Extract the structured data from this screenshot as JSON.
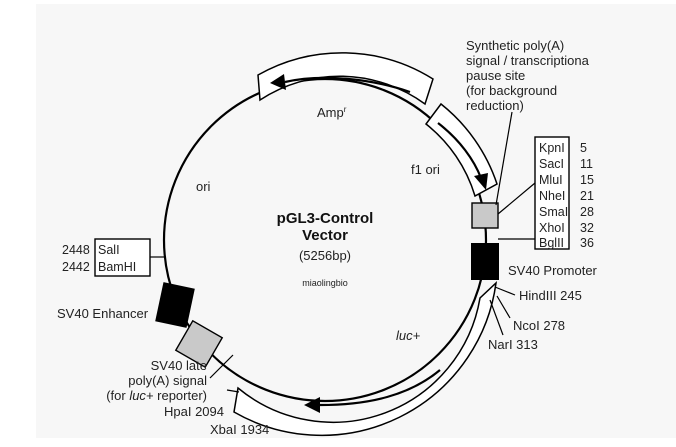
{
  "plasmid": {
    "name": "pGL3-Control",
    "name_line2": "Vector",
    "size": "(5256bp)",
    "watermark": "miaolingbio"
  },
  "features": {
    "amp": "Amp",
    "amp_sup": "r",
    "f1_ori": "f1 ori",
    "ori": "ori",
    "luc": "luc+",
    "sv40_promoter": "SV40 Promoter",
    "sv40_enhancer": "SV40 Enhancer",
    "synthetic_polya": [
      "Synthetic poly(A)",
      "signal / transcriptiona",
      "pause site",
      "(for background",
      "reduction)"
    ],
    "sv40_late": [
      "SV40 late",
      "poly(A) signal",
      "(for ",
      "luc+",
      " reporter)"
    ]
  },
  "mcs": {
    "sites": [
      {
        "name": "KpnI",
        "pos": "5"
      },
      {
        "name": "SacI",
        "pos": "11"
      },
      {
        "name": "MluI",
        "pos": "15"
      },
      {
        "name": "NheI",
        "pos": "21"
      },
      {
        "name": "SmaI",
        "pos": "28"
      },
      {
        "name": "XhoI",
        "pos": "32"
      },
      {
        "name": "BglII",
        "pos": "36"
      }
    ]
  },
  "left_sites": [
    {
      "pos": "2448",
      "name": "SalI"
    },
    {
      "pos": "2442",
      "name": "BamHI"
    }
  ],
  "sites": {
    "hindiii": "HindIII 245",
    "ncoi": "NcoI 278",
    "nari": "NarI 313",
    "hpai": "HpaI 2094",
    "xbai": "XbaI 1934"
  }
}
